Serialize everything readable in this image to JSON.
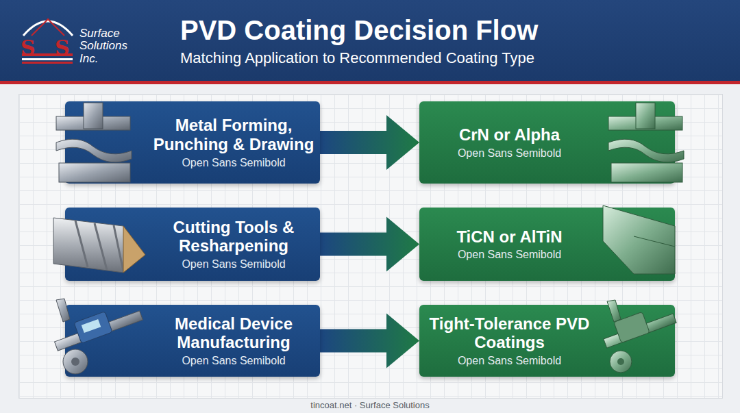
{
  "diagram": {
    "title": "PVD Coating Decision Flow",
    "nodes": [
      {
        "text": [
          "Metal Forming, Punching & Drawing",
          "Open Sans Semibold"
        ]
      },
      {
        "text": [
          "CrN or Alpha",
          "Open Sans Semibold"
        ]
      },
      {
        "text": [
          "Cutting Tools & Resharpening",
          "Open Sans Semibold"
        ]
      },
      {
        "text": [
          "TiCN or AlTiN",
          "Open Sans Semibold"
        ]
      },
      {
        "text": [
          "Medical Device Manufacturing",
          "Open Sans Semibold"
        ]
      },
      {
        "text": [
          "Tight-Tolerance PVD Coatings",
          "Open Sans Semibold"
        ]
      }
    ],
    "edges": [
      {
        "from": 0,
        "to": 1,
        "arrow": "to"
      },
      {
        "from": 2,
        "to": 3,
        "arrow": "to"
      },
      {
        "from": 4,
        "to": 5,
        "arrow": "to"
      }
    ],
    "labels": [
      "S",
      "S",
      "Surface Solutions Inc.",
      "Matching Application to Recommended Coating Type",
      "tincoat.net · Surface Solutions"
    ]
  }
}
